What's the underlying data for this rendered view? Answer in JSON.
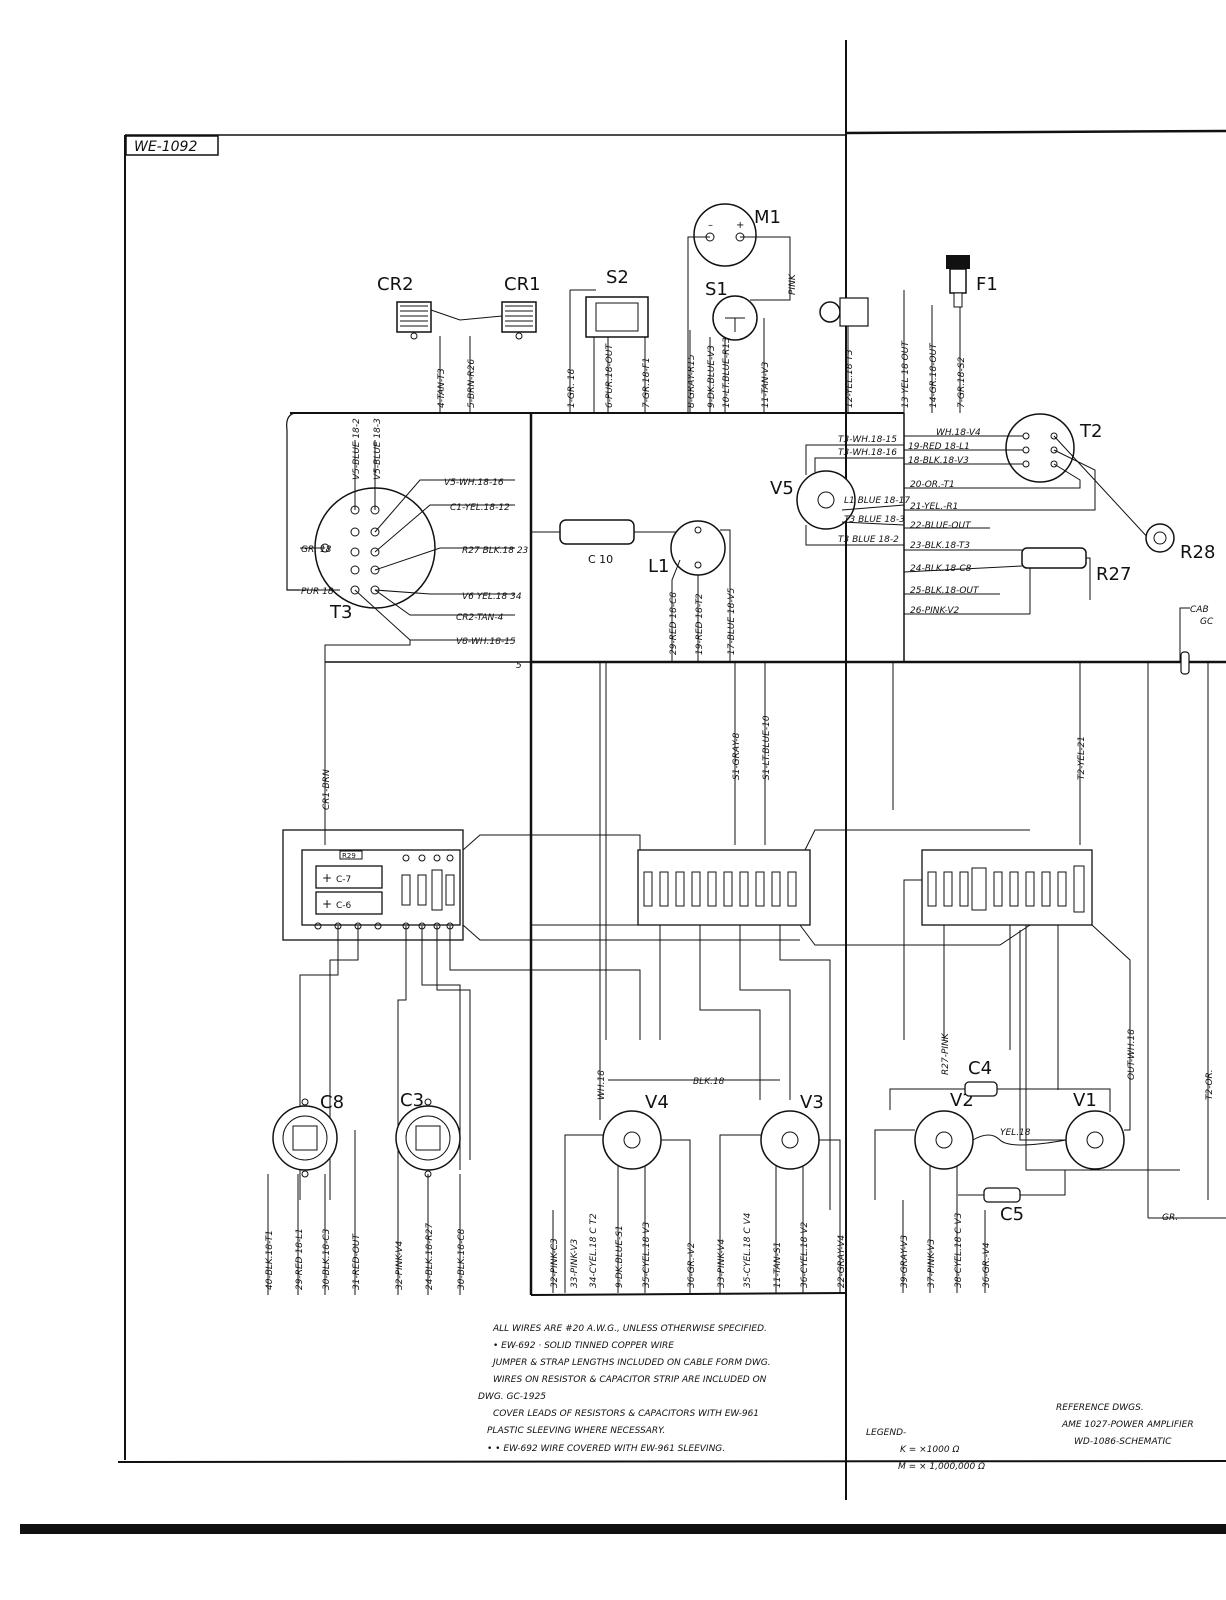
{
  "drawing_id": "WE-1092",
  "components": {
    "cr2": "CR2",
    "cr1": "CR1",
    "s2": "S2",
    "m1": "M1",
    "s1": "S1",
    "f1": "F1",
    "t3": "T3",
    "t2": "T2",
    "v5": "V5",
    "l1": "L1",
    "c10": "C 10",
    "r27": "R27",
    "r28": "R28",
    "c8": "C8",
    "c3": "C3",
    "v4": "V4",
    "v3": "V3",
    "v2": "V2",
    "v1": "V1",
    "c4": "C4",
    "c5": "C5",
    "c7": "C-7",
    "c6": "C-6",
    "r29": "R29"
  },
  "top_wires": [
    "4-TAN-T3",
    "5-BRN-R26",
    "1-GR. 18",
    "6-PUR.18-OUT",
    "7-GR.18-F1",
    "8-GRAY-R15",
    "9-DK.BLUE-V3",
    "10-LT.BLUE-R13",
    "11-TAN-V3",
    "12-YEL.18 T3",
    "13 YEL 18 OUT",
    "14-GR.18-OUT",
    "7-GR.18-S2"
  ],
  "t3_wires": [
    "V5-WH.18-16",
    "C1-YEL.18-12",
    "R27 BLK.18 23",
    "V6 YEL.18 34",
    "CR2-TAN-4",
    "V8-WH.18-15"
  ],
  "t3_side": [
    "V5-BLUE 18-2",
    "V5-BLUE 18-3",
    "GR. 18",
    "PUR 18"
  ],
  "v5_wires": [
    "T3-WH.18-15",
    "T3-WH.18-16",
    "L1 BLUE 18-17",
    "T3 BLUE 18-3",
    "T3 BLUE 18-2"
  ],
  "t2_wires": [
    "WH.18-V4",
    "19-RED 18-L1",
    "18-BLK.18-V3",
    "20-OR.-T1",
    "21-YEL.-R1",
    "22-BLUE-OUT",
    "23-BLK.18-T3",
    "24-BLK.18-C8",
    "25-BLK.18-OUT",
    "26-PINK-V2"
  ],
  "l1_wires": [
    "29-RED 18-C8",
    "19-RED 18-T2",
    "17-BLUE 18-V5"
  ],
  "bus_wires": [
    "5",
    "S1-GRAY-8",
    "S1-LT.BLUE-10",
    "T2-YEL-21",
    "CR1-BRN"
  ],
  "bottom_wires_left": [
    "40-BLK.18-T1",
    "29-RED 18-L1",
    "30-BLK.18-C3",
    "31-RED-OUT",
    "32-PINK-V4",
    "24-BLK.18-R27",
    "30-BLK.18-C8"
  ],
  "bottom_wires_mid": [
    "32-PINK-C3",
    "33-PINK-V3",
    "34-CYEL.18 C T2",
    "9-DK.BLUE-S1",
    "35-CYEL.18 V3",
    "36-GR.-V2",
    "33-PINK-V4",
    "35-CYEL.18 C V4",
    "11-TAN-S1",
    "36-CYEL.18 V2",
    "22-GRAY-V4"
  ],
  "bottom_wires_right": [
    "39-GRAY-V3",
    "37-PINK-V3",
    "38-CYEL.18 C V3",
    "36-GR.-V4"
  ],
  "misc_labels": {
    "blk18": "BLK.18",
    "yel18": "YEL.18",
    "wh18": "WH.18",
    "r27_pink": "R27-PINK",
    "out_wh18": "OUT-WH.18",
    "t2_or": "T2-OR.",
    "gr": "GR.",
    "cable": "CAB",
    "cable2": "GC",
    "pink": "PINK"
  },
  "notes": [
    "ALL WIRES ARE #20 A.W.G., UNLESS OTHERWISE SPECIFIED.",
    "• EW-692 · SOLID TINNED COPPER WIRE",
    "JUMPER & STRAP LENGTHS INCLUDED ON CABLE FORM DWG.",
    "WIRES ON RESISTOR & CAPACITOR STRIP ARE INCLUDED ON",
    "DWG. GC-1925",
    "COVER LEADS OF RESISTORS & CAPACITORS WITH EW-961",
    "PLASTIC SLEEVING WHERE NECESSARY.",
    "• • EW-692 WIRE COVERED WITH EW-961 SLEEVING."
  ],
  "legend": {
    "title": "LEGEND-",
    "k": "K = ×1000 Ω",
    "m": "M = × 1,000,000 Ω"
  },
  "reference": {
    "title": "REFERENCE DWGS.",
    "line1": "AME 1027-POWER AMPLIFIER",
    "line2": "WD-1086-SCHEMATIC"
  }
}
